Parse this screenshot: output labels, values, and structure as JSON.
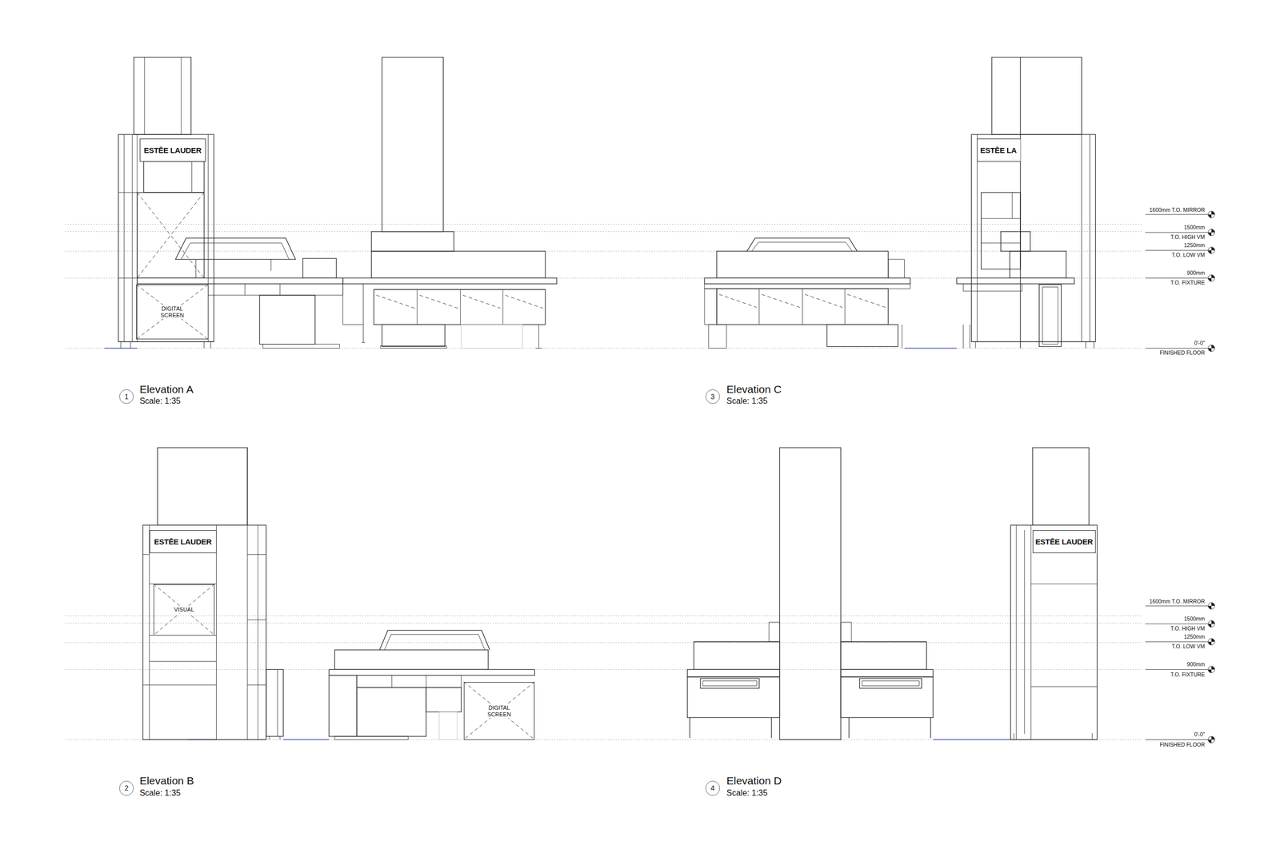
{
  "diagram": {
    "nodes": [
      {
        "text": [
          "ESTĒE LAUDER"
        ]
      },
      {
        "text": [
          "DIGITAL SCREEN"
        ]
      },
      {
        "text": [
          "1"
        ]
      },
      {
        "text": [
          "ESTĒE LA"
        ]
      },
      {
        "text": [
          "3"
        ]
      },
      {
        "text": [
          "ESTĒE LAUDER"
        ]
      },
      {
        "text": [
          "VISUAL"
        ]
      },
      {
        "text": [
          "DIGITAL SCREEN"
        ]
      },
      {
        "text": [
          "2"
        ]
      },
      {
        "text": [
          "ESTĒE LAUDER"
        ]
      },
      {
        "text": [
          "4"
        ]
      }
    ],
    "labels": [
      "Elevation A",
      "Scale: 1:35",
      "Elevation C",
      "Scale: 1:35",
      "1600mm T.O. MIRROR",
      "1500mm",
      "T.O. HIGH VM",
      "1250mm",
      "T.O. LOW VM",
      "900mm",
      "T.O. FIXTURE",
      "0'-0\"",
      "FINISHED FLOOR",
      "Elevation B",
      "Scale: 1:35",
      "Elevation D",
      "Scale: 1:35",
      "1600mm T.O. MIRROR",
      "1500mm",
      "T.O. HIGH VM",
      "1250mm",
      "T.O. LOW VM",
      "900mm",
      "T.O. FIXTURE",
      "0'-0\"",
      "FINISHED FLOOR"
    ]
  }
}
